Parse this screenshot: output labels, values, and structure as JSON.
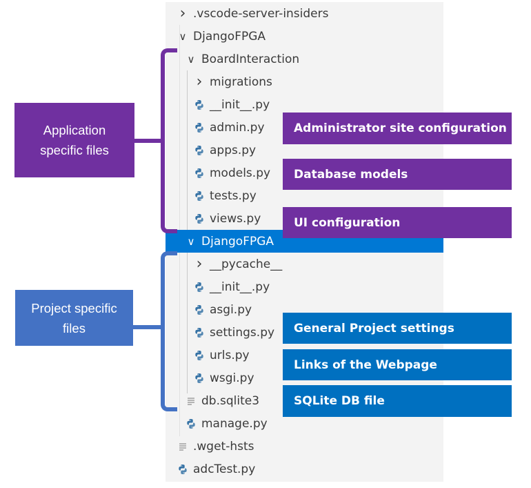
{
  "tree": [
    {
      "label": ".vscode-server-insiders",
      "kind": "folder",
      "expanded": false,
      "level": 0
    },
    {
      "label": "DjangoFPGA",
      "kind": "folder",
      "expanded": true,
      "level": 0
    },
    {
      "label": "BoardInteraction",
      "kind": "folder",
      "expanded": true,
      "level": 1
    },
    {
      "label": "migrations",
      "kind": "folder",
      "expanded": false,
      "level": 2
    },
    {
      "label": "__init__.py",
      "kind": "python",
      "level": 2
    },
    {
      "label": "admin.py",
      "kind": "python",
      "level": 2
    },
    {
      "label": "apps.py",
      "kind": "python",
      "level": 2
    },
    {
      "label": "models.py",
      "kind": "python",
      "level": 2
    },
    {
      "label": "tests.py",
      "kind": "python",
      "level": 2
    },
    {
      "label": "views.py",
      "kind": "python",
      "level": 2
    },
    {
      "label": "DjangoFPGA",
      "kind": "folder",
      "expanded": true,
      "level": 1,
      "selected": true
    },
    {
      "label": "__pycache__",
      "kind": "folder",
      "expanded": false,
      "level": 2
    },
    {
      "label": "__init__.py",
      "kind": "python",
      "level": 2
    },
    {
      "label": "asgi.py",
      "kind": "python",
      "level": 2
    },
    {
      "label": "settings.py",
      "kind": "python",
      "level": 2
    },
    {
      "label": "urls.py",
      "kind": "python",
      "level": 2
    },
    {
      "label": "wsgi.py",
      "kind": "python",
      "level": 2
    },
    {
      "label": "db.sqlite3",
      "kind": "file",
      "level": 1
    },
    {
      "label": "manage.py",
      "kind": "python",
      "level": 1
    },
    {
      "label": ".wget-hsts",
      "kind": "file",
      "level": 0
    },
    {
      "label": "adcTest.py",
      "kind": "python",
      "level": 0
    }
  ],
  "groups": {
    "application": {
      "label": "Application\nspecific files",
      "color": "#7030a0"
    },
    "project": {
      "label": "Project specific\nfiles",
      "color": "#4472c4"
    }
  },
  "notes": [
    {
      "text": "Administrator site configuration",
      "color": "#7030a0"
    },
    {
      "text": "Database models",
      "color": "#7030a0"
    },
    {
      "text": "UI configuration",
      "color": "#7030a0"
    },
    {
      "text": "General Project settings",
      "color": "#0070c0"
    },
    {
      "text": "Links of the Webpage",
      "color": "#0070c0"
    },
    {
      "text": "SQLite DB file",
      "color": "#0070c0"
    }
  ],
  "colors": {
    "selection": "#0078d4",
    "python_blue": "#3572a5",
    "python_yellow": "#ffd43b",
    "text": "#3b3b3b"
  }
}
